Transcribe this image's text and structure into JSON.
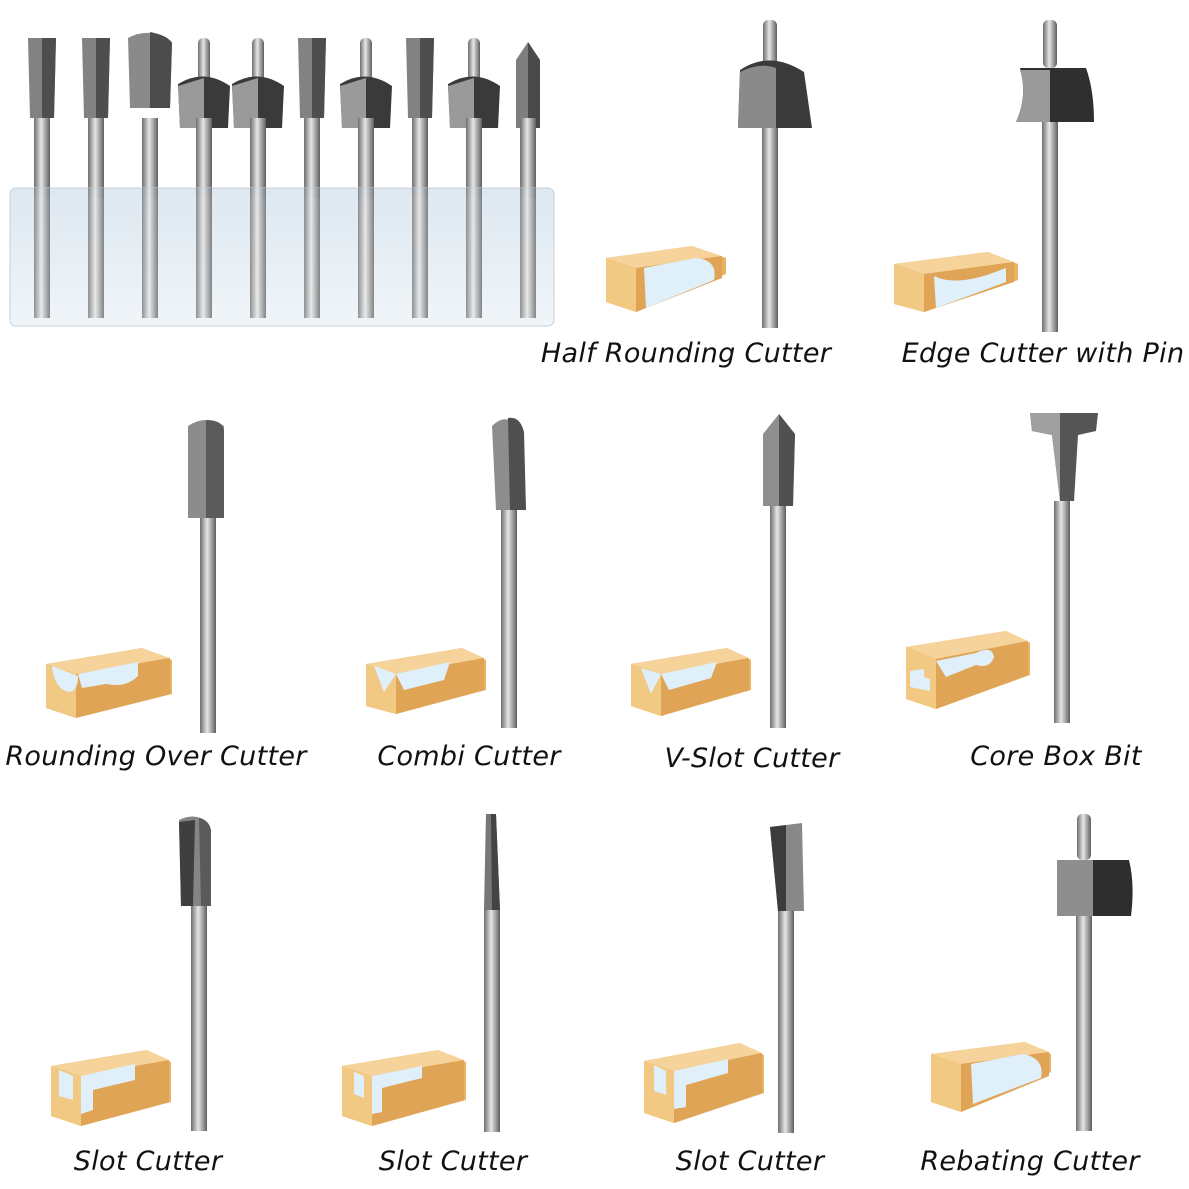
{
  "product_set": {
    "image_alt": "set of router bits in clear plastic holder",
    "bits": [
      "combi",
      "slot",
      "core-box",
      "rebating",
      "half-rounding",
      "slot-small",
      "edge-pin",
      "slot-2",
      "edge-rounding",
      "v-slot"
    ]
  },
  "cutters": [
    {
      "label": "Half Rounding Cutter",
      "bit": "half-round",
      "profile": "round-edge"
    },
    {
      "label": "Edge Cutter with Pin",
      "bit": "edge-pin",
      "profile": "cove-edge"
    },
    {
      "label": "Rounding Over Cutter",
      "bit": "rounding-over",
      "profile": "u-groove"
    },
    {
      "label": "Combi Cutter",
      "bit": "combi",
      "profile": "v-groove"
    },
    {
      "label": "V-Slot Cutter",
      "bit": "v-slot",
      "profile": "v-groove"
    },
    {
      "label": "Core Box Bit",
      "bit": "core-box",
      "profile": "keyhole"
    },
    {
      "label": "Slot Cutter",
      "bit": "slot-wide",
      "profile": "square-groove"
    },
    {
      "label": "Slot Cutter",
      "bit": "slot-thin",
      "profile": "square-groove"
    },
    {
      "label": "Slot Cutter",
      "bit": "slot-medium",
      "profile": "square-groove"
    },
    {
      "label": "Rebating Cutter",
      "bit": "rebating",
      "profile": "round-edge"
    }
  ],
  "colors": {
    "wood": "#f1c27a",
    "wood_dark": "#d9a455",
    "groove": "#dff0fa",
    "steel": "#a9a9a9"
  }
}
